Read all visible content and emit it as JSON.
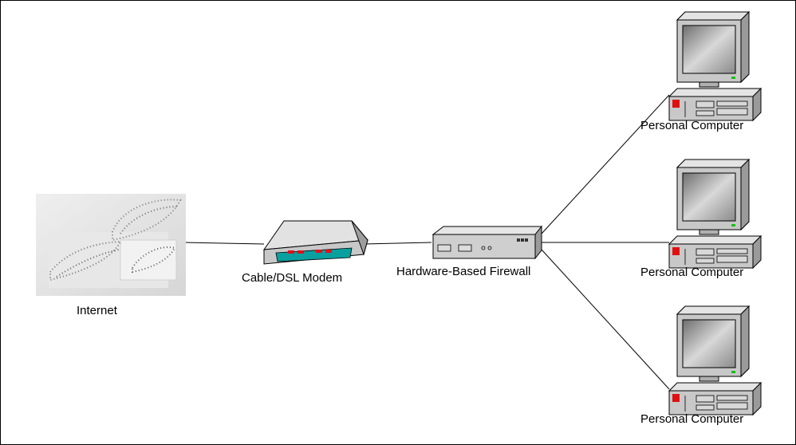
{
  "diagram": {
    "nodes": [
      {
        "id": "internet",
        "label": "Internet",
        "icon": "cloud-icon"
      },
      {
        "id": "modem",
        "label": "Cable/DSL Modem",
        "icon": "modem-icon"
      },
      {
        "id": "firewall",
        "label": "Hardware-Based Firewall",
        "icon": "firewall-icon"
      },
      {
        "id": "pc1",
        "label": "Personal Computer",
        "icon": "computer-icon"
      },
      {
        "id": "pc2",
        "label": "Personal Computer",
        "icon": "computer-icon"
      },
      {
        "id": "pc3",
        "label": "Personal Computer",
        "icon": "computer-icon"
      }
    ],
    "edges": [
      {
        "from": "internet",
        "to": "modem"
      },
      {
        "from": "modem",
        "to": "firewall"
      },
      {
        "from": "firewall",
        "to": "pc1"
      },
      {
        "from": "firewall",
        "to": "pc2"
      },
      {
        "from": "firewall",
        "to": "pc3"
      }
    ],
    "colors": {
      "line": "#000000",
      "device_gray": "#c8c8c8",
      "modem_strip": "#0aa0a0",
      "modem_lights": "#e0101a",
      "screen": "#9a9a9a",
      "pc_led": "#e01010"
    }
  }
}
